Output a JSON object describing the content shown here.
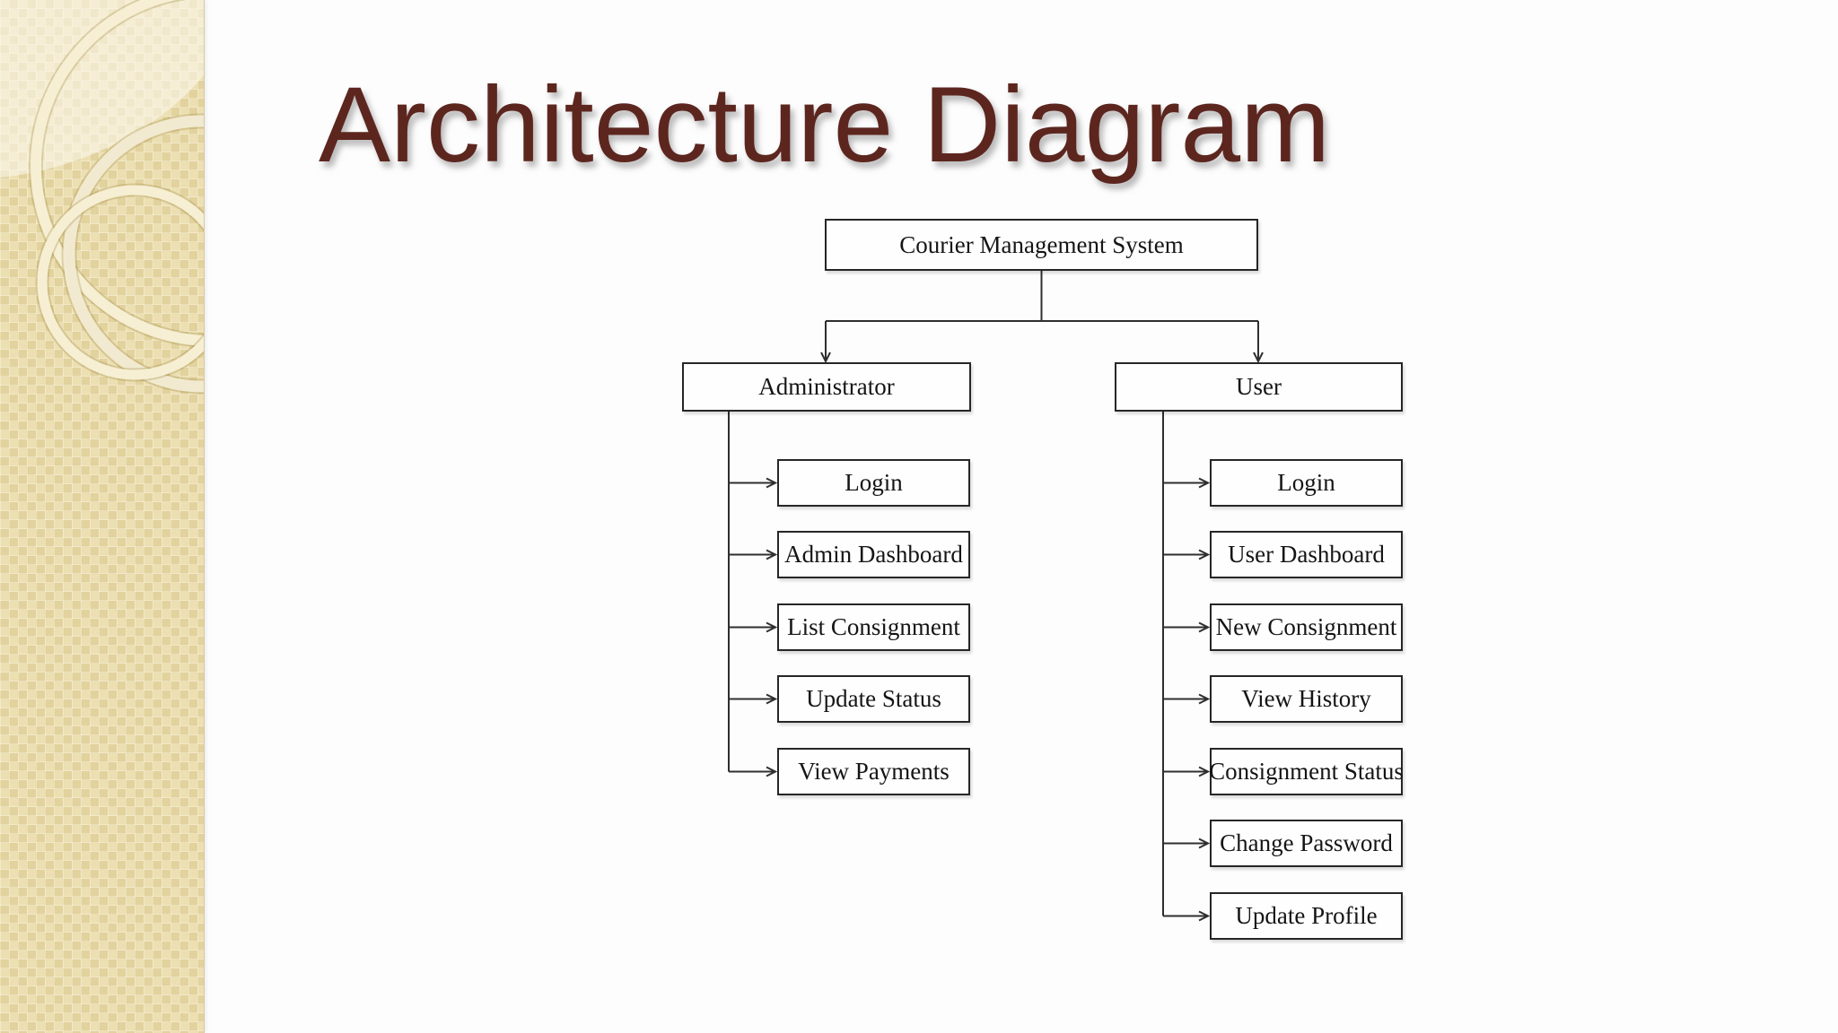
{
  "slide": {
    "title": "Architecture Diagram"
  },
  "diagram": {
    "root": {
      "label": "Courier Management System"
    },
    "admin": {
      "label": "Administrator",
      "children": [
        "Login",
        "Admin Dashboard",
        "List Consignment",
        "Update Status",
        "View Payments"
      ]
    },
    "user": {
      "label": "User",
      "children": [
        "Login",
        "User Dashboard",
        "New Consignment",
        "View History",
        "Consignment Status",
        "Change Password",
        "Update Profile"
      ]
    }
  },
  "colors": {
    "title_text": "#5C261F",
    "diagram_line": "#2F2F2F",
    "box_border": "#262626",
    "sidebar_base": "#ECDFB2",
    "ring_cream": "#F6EFD4",
    "background": "#FFFFFF"
  }
}
